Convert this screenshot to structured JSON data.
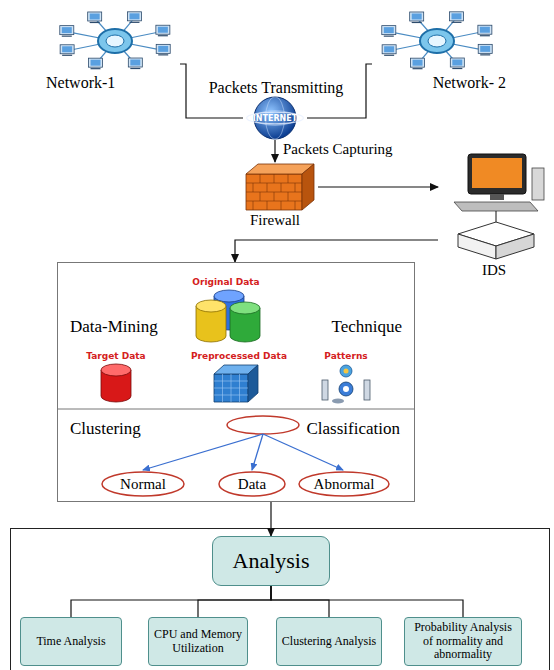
{
  "diagram": {
    "nodes": [
      {
        "text": [
          "Network-1"
        ]
      },
      {
        "text": [
          "Network- 2"
        ]
      },
      {
        "text": [
          "INTERNET"
        ]
      },
      {
        "text": [
          "Firewall"
        ]
      },
      {
        "text": [
          "IDS"
        ]
      },
      {
        "text": [
          "Data-Mining",
          "Technique",
          "Clustering",
          "Classification"
        ]
      },
      {
        "text": [
          "Original Data"
        ],
        "in": 5
      },
      {
        "text": [
          "Target Data"
        ],
        "in": 5
      },
      {
        "text": [
          "Preprocessed Data"
        ],
        "in": 5
      },
      {
        "text": [
          "Patterns"
        ],
        "in": 5
      },
      {
        "text": [
          "Normal"
        ],
        "in": 5
      },
      {
        "text": [
          "Data"
        ],
        "in": 5
      },
      {
        "text": [
          "Abnormal"
        ],
        "in": 5
      },
      {
        "text": [
          "Analysis"
        ]
      },
      {
        "text": [
          "Time Analysis"
        ]
      },
      {
        "text": [
          "CPU and Memory Utilization"
        ]
      },
      {
        "text": [
          "Clustering Analysis"
        ]
      },
      {
        "text": [
          "Probability Analysis of normality and abnormality"
        ]
      }
    ],
    "edges": [
      {
        "from": 0,
        "to": 2,
        "arrow": "none"
      },
      {
        "from": 1,
        "to": 2,
        "arrow": "none"
      },
      {
        "from": 2,
        "to": 3,
        "label": "Packets Capturing",
        "arrow": "to"
      },
      {
        "from": 3,
        "to": 4,
        "arrow": "to"
      },
      {
        "from": 4,
        "to": 5,
        "arrow": "to"
      },
      {
        "from": 5,
        "to": 13,
        "arrow": "to"
      },
      {
        "from": 13,
        "to": 14,
        "arrow": "none"
      },
      {
        "from": 13,
        "to": 15,
        "arrow": "none"
      },
      {
        "from": 13,
        "to": 16,
        "arrow": "none"
      },
      {
        "from": 13,
        "to": 17,
        "arrow": "none"
      }
    ],
    "labels": [
      "Packets Transmitting"
    ]
  }
}
